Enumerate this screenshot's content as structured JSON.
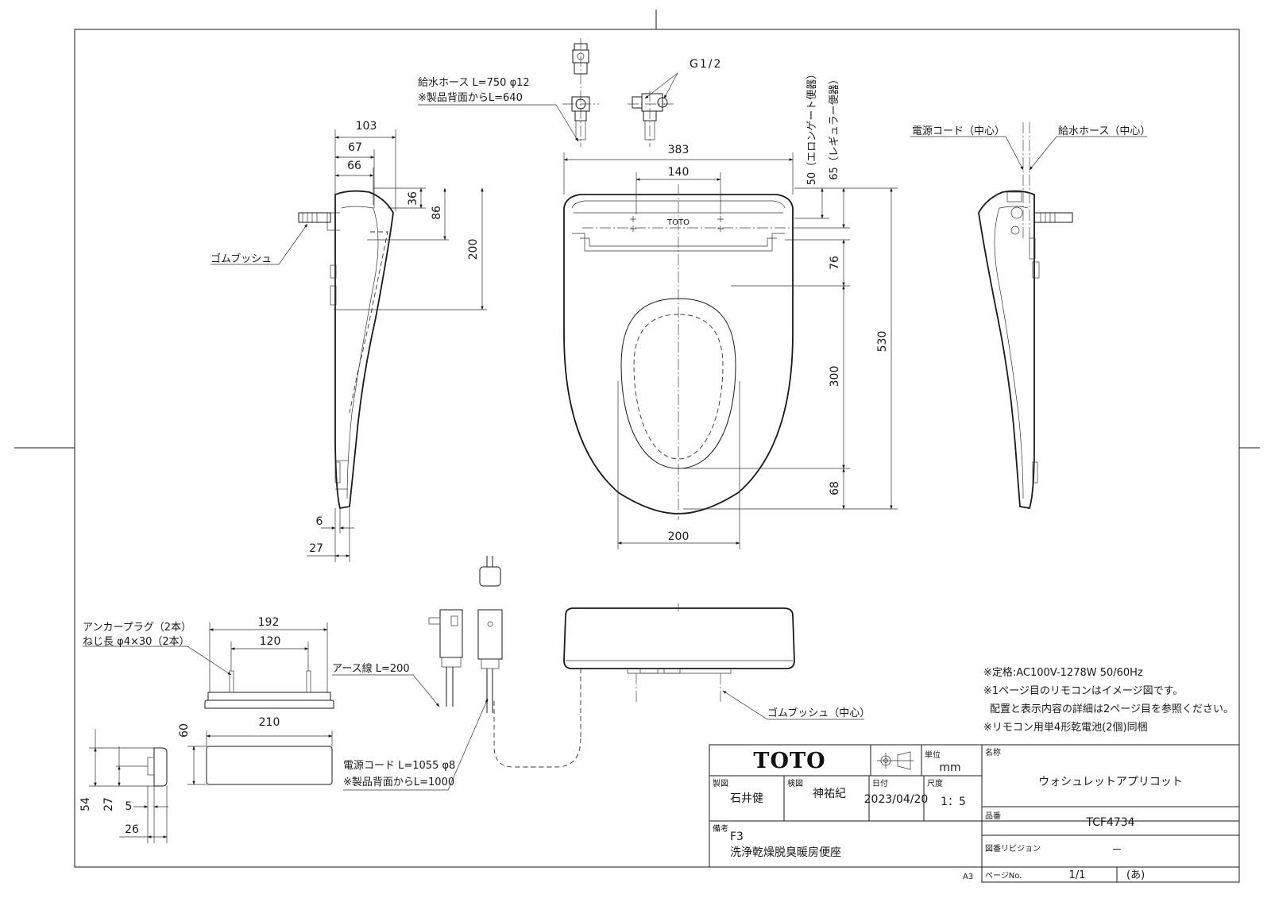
{
  "dimensions": {
    "side_left": {
      "w103": "103",
      "w67": "67",
      "w66": "66",
      "h36": "36",
      "h86": "86",
      "h200": "200",
      "w6": "6",
      "w27": "27"
    },
    "front": {
      "w383": "383",
      "w140": "140",
      "h50": "50（エロンゲート便器）",
      "h65": "65（レギュラー便器）",
      "h76": "76",
      "h300": "300",
      "h68": "68",
      "h530": "530",
      "w200": "200"
    },
    "thread": "G1/2",
    "plate": {
      "w192": "192",
      "w120": "120",
      "w210": "210",
      "h60": "60",
      "h54": "54",
      "h27": "27",
      "w5": "5",
      "w26": "26"
    }
  },
  "callouts": {
    "hose_line1": "給水ホース L=750 φ12",
    "hose_line2": "※製品背面からL=640",
    "rubber_bush": "ゴムブッシュ",
    "power_center": "電源コード（中心）",
    "hose_center": "給水ホース（中心）",
    "anchor_line1": "アンカープラグ（2本）",
    "anchor_line2": "ねじ長 φ4×30（2本）",
    "earth": "アース線 L=200",
    "cord_line1": "電源コード L=1055 φ8",
    "cord_line2": "※製品背面からL=1000",
    "rubber_bush_center": "ゴムブッシュ（中心）",
    "seat_brand": "TOTO"
  },
  "notes": [
    "※定格:AC100V-1278W 50/60Hz",
    "※1ページ目のリモコンはイメージ図です。",
    "配置と表示内容の詳細は2ページ目を参照ください。",
    "※リモコン用単4形乾電池(2個)同梱"
  ],
  "title_block": {
    "logo": "TOTO",
    "unit_label": "単位",
    "unit": "mm",
    "name_label": "名称",
    "name": "ウォシュレットアプリコット",
    "drawn_label": "製図",
    "drawn_by": "石井健",
    "checked_label": "検図",
    "checked_by": "神祐紀",
    "date_label": "日付",
    "date": "2023/04/20",
    "scale_label": "尺度",
    "scale": "1：5",
    "product_label": "品番",
    "product": "TCF4734",
    "remarks_label": "備考",
    "remarks_line1": "F3",
    "remarks_line2": "洗浄乾燥脱臭暖房便座",
    "revision_label": "図番リビジョン",
    "revision": "－",
    "sheet_size": "A3",
    "page_label": "ページNo.",
    "page": "1/1",
    "page_suffix": "(あ)"
  }
}
